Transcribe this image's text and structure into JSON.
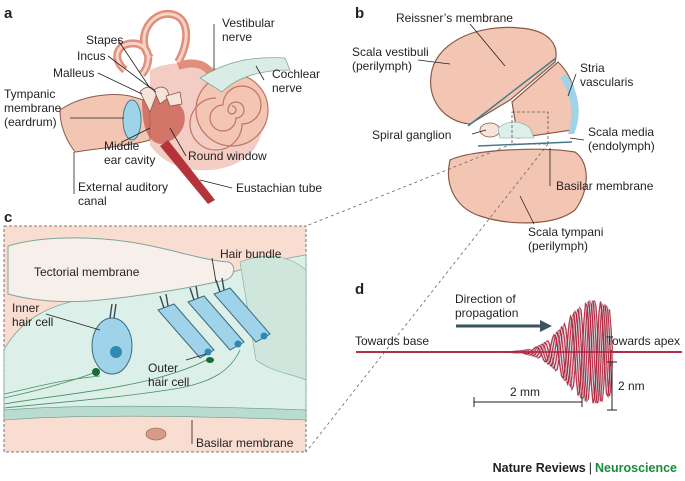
{
  "panels": {
    "a": {
      "letter": "a",
      "labels": {
        "stapes": "Stapes",
        "incus": "Incus",
        "malleus": "Malleus",
        "tympanic_1": "Tympanic",
        "tympanic_2": "membrane",
        "tympanic_3": "(eardrum)",
        "middle_ear_1": "Middle",
        "middle_ear_2": "ear cavity",
        "external_canal_1": "External auditory",
        "external_canal_2": "canal",
        "vestibular_1": "Vestibular",
        "vestibular_2": "nerve",
        "cochlear_1": "Cochlear",
        "cochlear_2": "nerve",
        "round_window": "Round window",
        "eustachian": "Eustachian tube"
      }
    },
    "b": {
      "letter": "b",
      "labels": {
        "reissner": "Reissner’s membrane",
        "scala_vestibuli_1": "Scala vestibuli",
        "scala_vestibuli_2": "(perilymph)",
        "stria_1": "Stria",
        "stria_2": "vascularis",
        "spiral_ganglion": "Spiral ganglion",
        "scala_media_1": "Scala media",
        "scala_media_2": "(endolymph)",
        "basilar": "Basilar membrane",
        "scala_tympani_1": "Scala tympani",
        "scala_tympani_2": "(perilymph)"
      }
    },
    "c": {
      "letter": "c",
      "labels": {
        "tectorial": "Tectorial membrane",
        "hair_bundle": "Hair bundle",
        "inner_1": "Inner",
        "inner_2": "hair cell",
        "outer_1": "Outer",
        "outer_2": "hair cell",
        "basilar": "Basilar membrane"
      }
    },
    "d": {
      "letter": "d",
      "labels": {
        "direction_1": "Direction of",
        "direction_2": "propagation",
        "towards_base": "Towards base",
        "towards_apex": "Towards apex",
        "scale_x": "2 mm",
        "scale_y": "2 nm"
      },
      "colors": {
        "wave_dark": "#b01f3a",
        "wave_light": "#c9d3d6",
        "arrow": "#3a5560"
      }
    }
  },
  "footer": {
    "brand": "Nature Reviews",
    "separator": "|",
    "journal": "Neuroscience"
  },
  "colors": {
    "tissue_pink": "#f3c6b3",
    "tissue_light": "#f8ddd0",
    "bone": "#e9a493",
    "nerve": "#d9ece6",
    "cell_blue": "#9fd3ea",
    "cell_mint": "#dcefe8",
    "accent_green": "#1a8a3e",
    "accent_red": "#b01f3a"
  }
}
